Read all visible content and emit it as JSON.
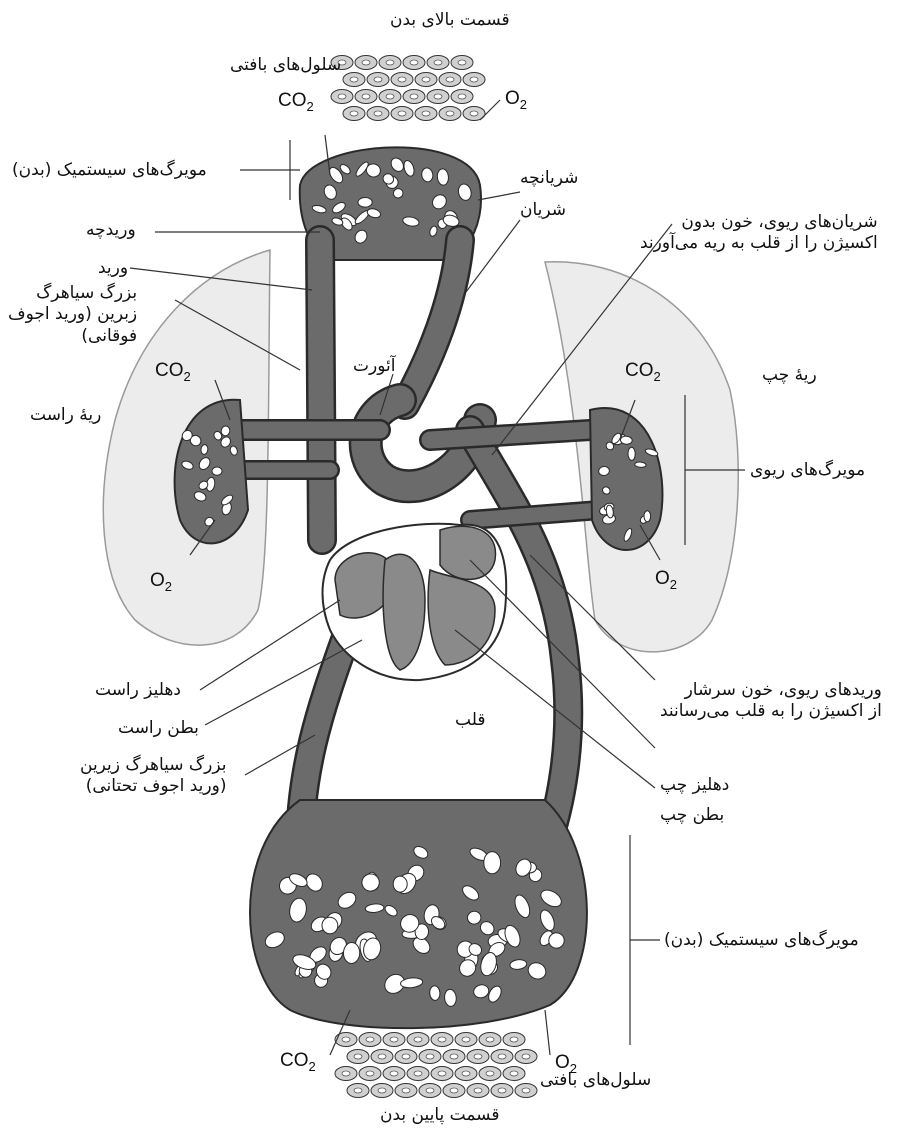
{
  "labels": {
    "upper_body": "قسمت بالای بدن",
    "tissue_cells_top": "سلول‌های بافتی",
    "systemic_capillaries_top": "مویرگ‌های سیستمیک (بدن)",
    "venule": "وریدچه",
    "vein": "ورید",
    "superior_vena_cava": "بزرگ سیاهرگ\nزبرین (ورید اجوف\nفوقانی)",
    "arteriole": "شریانچه",
    "artery": "شریان",
    "pulmonary_arteries": "شریان‌های ریوی، خون بدون\nاکسیژن را از قلب به ریه می‌آورند",
    "left_lung": "ریهٔ چپ",
    "right_lung": "ریهٔ راست",
    "aorta": "آئورت",
    "pulmonary_capillaries": "مویرگ‌های ریوی",
    "right_atrium": "دهلیز راست",
    "right_ventricle": "بطن راست",
    "heart": "قلب",
    "inferior_vena_cava": "بزرگ سیاهرگ زیرین\n(ورید اجوف تحتانی)",
    "pulmonary_veins": "وریدهای ریوی، خون سرشار\nاز اکسیژن را به قلب می‌رسانند",
    "left_atrium": "دهلیز چپ",
    "left_ventricle": "بطن چپ",
    "systemic_capillaries_bottom": "مویرگ‌های سیستمیک (بدن)",
    "tissue_cells_bottom": "سلول‌های بافتی",
    "lower_body": "قسمت پایین بدن"
  },
  "gases": {
    "co2_base": "CO",
    "co2_sub": "2",
    "o2_base": "O",
    "o2_sub": "2"
  },
  "colors": {
    "vessel": "#6b6b6b",
    "vessel_outline": "#2a2a2a",
    "heart_fill": "#8a8a8a",
    "lung_fill": "#ececec",
    "cell_fill": "#d0d0d0"
  }
}
